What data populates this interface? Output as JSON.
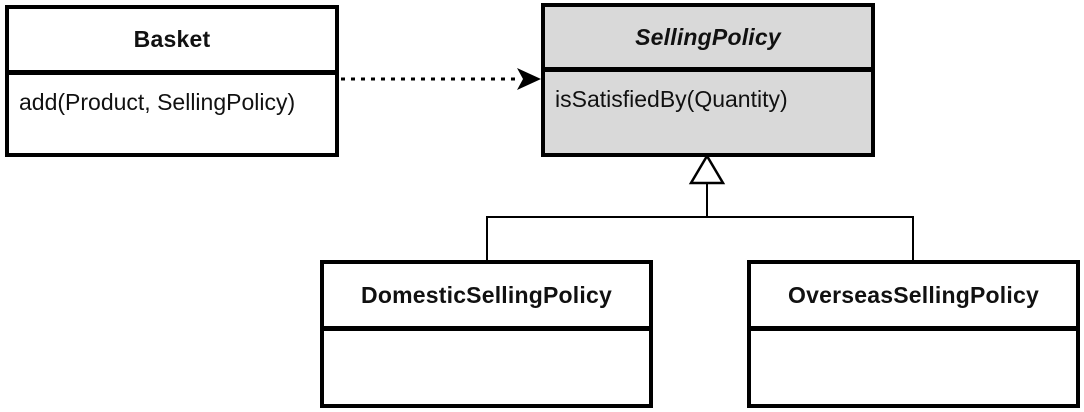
{
  "diagram_type": "uml-class-diagram",
  "colors": {
    "line": "#000000",
    "class_fill": "#ffffff",
    "abstract_fill": "#d9d9d9",
    "text": "#111111",
    "background": "#ffffff"
  },
  "classes": [
    {
      "id": "basket",
      "name": "Basket",
      "stereotype": "class",
      "methods": [
        "add(Product, SellingPolicy)"
      ]
    },
    {
      "id": "selling-policy",
      "name": "SellingPolicy",
      "stereotype": "abstract-class",
      "methods": [
        "isSatisfiedBy(Quantity)"
      ]
    },
    {
      "id": "domestic-selling-policy",
      "name": "DomesticSellingPolicy",
      "stereotype": "class",
      "methods": []
    },
    {
      "id": "overseas-selling-policy",
      "name": "OverseasSellingPolicy",
      "stereotype": "class",
      "methods": []
    }
  ],
  "relationships": [
    {
      "type": "dependency",
      "from": "Basket",
      "to": "SellingPolicy",
      "line_style": "dashed",
      "arrowhead": "filled-arrow"
    },
    {
      "type": "generalization",
      "from": "DomesticSellingPolicy",
      "to": "SellingPolicy",
      "line_style": "solid",
      "arrowhead": "hollow-triangle"
    },
    {
      "type": "generalization",
      "from": "OverseasSellingPolicy",
      "to": "SellingPolicy",
      "line_style": "solid",
      "arrowhead": "hollow-triangle"
    }
  ]
}
